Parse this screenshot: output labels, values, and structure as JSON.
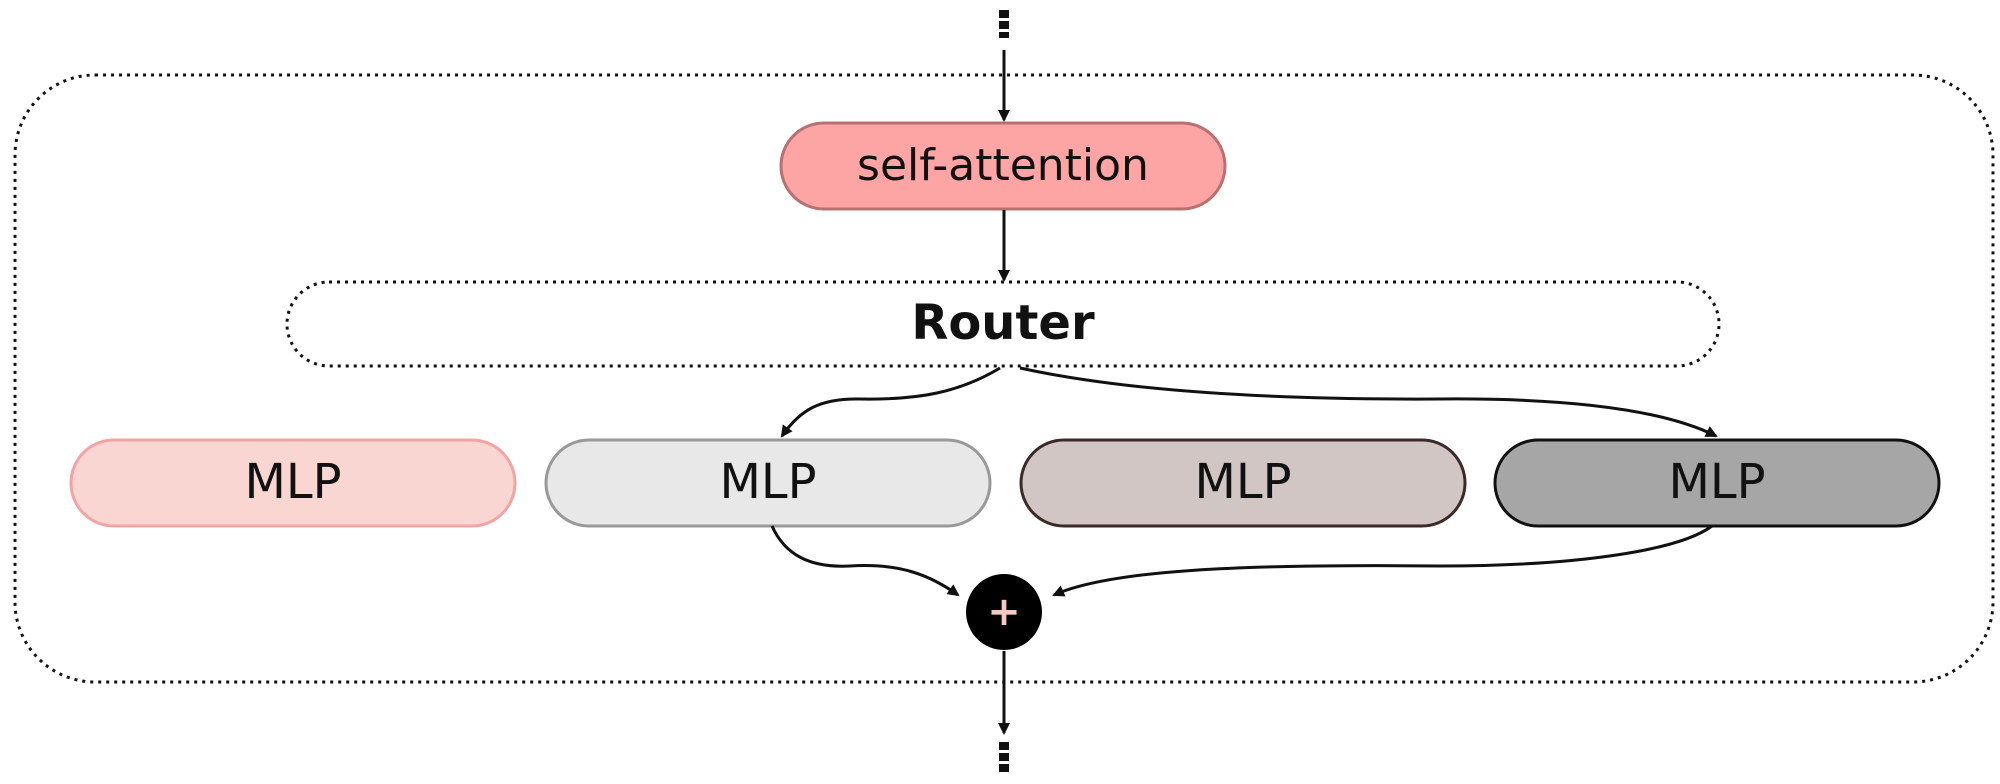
{
  "diagram": {
    "attention": {
      "label": "self-attention",
      "fill": "#fda4a4",
      "stroke": "#b87070"
    },
    "router": {
      "label": "Router"
    },
    "experts": [
      {
        "label": "MLP",
        "fill": "#f9d6d2",
        "stroke": "#f4a3a3"
      },
      {
        "label": "MLP",
        "fill": "#e8e8e8",
        "stroke": "#999999"
      },
      {
        "label": "MLP",
        "fill": "#d1c6c4",
        "stroke": "#3a2a2a"
      },
      {
        "label": "MLP",
        "fill": "#a6a6a6",
        "stroke": "#111111"
      }
    ],
    "combine": {
      "symbol": "+",
      "fill": "#000000",
      "symbol_color": "#f6c8c4"
    }
  }
}
